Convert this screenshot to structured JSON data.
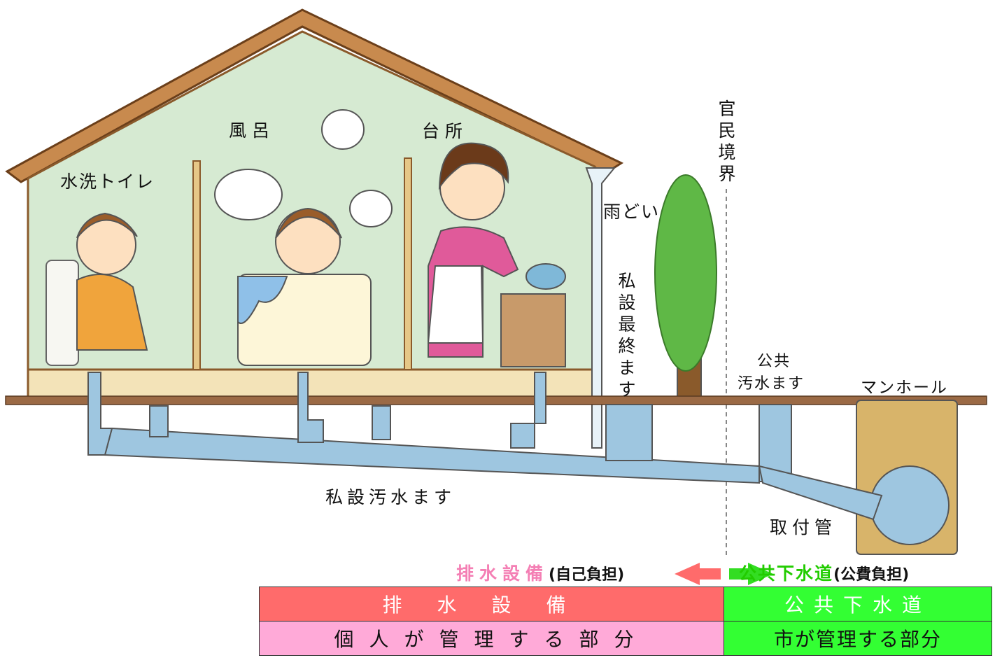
{
  "labels": {
    "toilet": "水洗トイレ",
    "bath": "風呂",
    "kitchen": "台所",
    "gutter": "雨どい",
    "boundary": [
      "官",
      "民",
      "境",
      "界"
    ],
    "private_final": [
      "私",
      "設",
      "最",
      "終",
      "ま",
      "す"
    ],
    "public_basin": [
      "公共",
      "汚水ます"
    ],
    "manhole": "マンホール",
    "private_basin": "私設汚水ます",
    "connector_pipe": "取付管"
  },
  "legend": {
    "left_title": "排水設備",
    "left_note": "(自己負担)",
    "right_title": "公共下水道",
    "right_note": "(公費負担)"
  },
  "table": {
    "row1": [
      "排水設備",
      "公共下水道"
    ],
    "row2": [
      "個人が管理する部分",
      "市が管理する部分"
    ]
  },
  "colors": {
    "wall": "#d9ebd6",
    "roof": "#8a5a2b",
    "pipe": "#9ec6e0",
    "ground": "#8b5a3a",
    "tree": "#5fb846",
    "legend_pink": "#f47fb4",
    "legend_green": "#22cc00",
    "table_red": "#ff6b6b",
    "table_pink": "#ffaad8",
    "table_green": "#33ff33"
  }
}
